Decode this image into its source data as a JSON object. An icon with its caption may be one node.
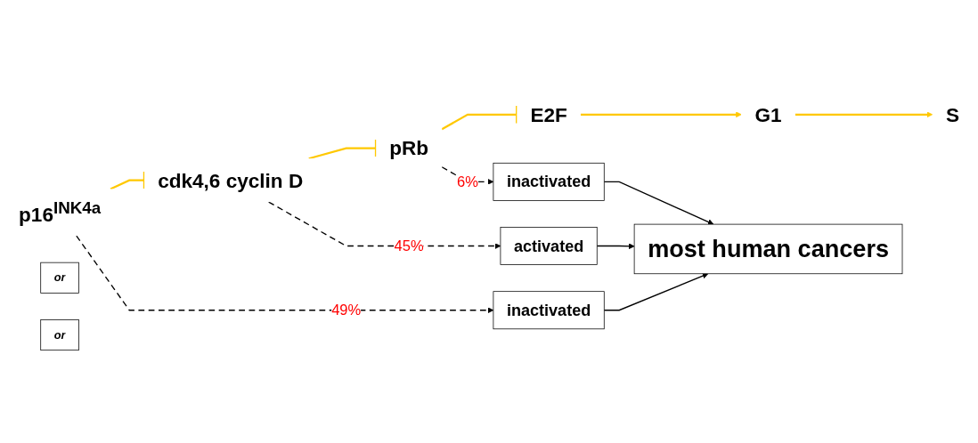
{
  "diagram": {
    "nodes": [
      {
        "text": [
          "p16$^{INK4a}$"
        ]
      },
      {
        "text": [
          "cdk4,6 cyclin D"
        ]
      },
      {
        "text": [
          "pRb"
        ]
      },
      {
        "text": [
          "E2F"
        ]
      },
      {
        "text": [
          "G1"
        ]
      },
      {
        "text": [
          "S"
        ]
      },
      {
        "text": [
          "inactivated"
        ]
      },
      {
        "text": [
          "or"
        ]
      },
      {
        "text": [
          "activated"
        ]
      },
      {
        "text": [
          "or"
        ]
      },
      {
        "text": [
          "inactivated"
        ]
      },
      {
        "text": [
          "most human cancers"
        ]
      }
    ],
    "edges": [
      {
        "from": 0,
        "to": 1,
        "arrow": "other",
        "color": "#ffc800"
      },
      {
        "from": 1,
        "to": 2,
        "arrow": "other",
        "color": "#ffc800"
      },
      {
        "from": 2,
        "to": 3,
        "arrow": "other",
        "color": "#ffc800"
      },
      {
        "from": 3,
        "to": 4,
        "arrow": "to",
        "color": "#ffc800"
      },
      {
        "from": 4,
        "to": 5,
        "arrow": "to",
        "color": "#ffc800"
      },
      {
        "from": 0,
        "to": 6,
        "arrow": "to",
        "style": "dashed",
        "label": "49%"
      },
      {
        "from": 1,
        "to": 8,
        "arrow": "to",
        "style": "dashed",
        "label": "45%"
      },
      {
        "from": 2,
        "to": 10,
        "arrow": "to",
        "style": "dashed",
        "label": "6%"
      },
      {
        "from": 6,
        "to": 11,
        "arrow": "to"
      },
      {
        "from": 8,
        "to": 11,
        "arrow": "to"
      },
      {
        "from": 10,
        "to": 11,
        "arrow": "to"
      }
    ]
  }
}
